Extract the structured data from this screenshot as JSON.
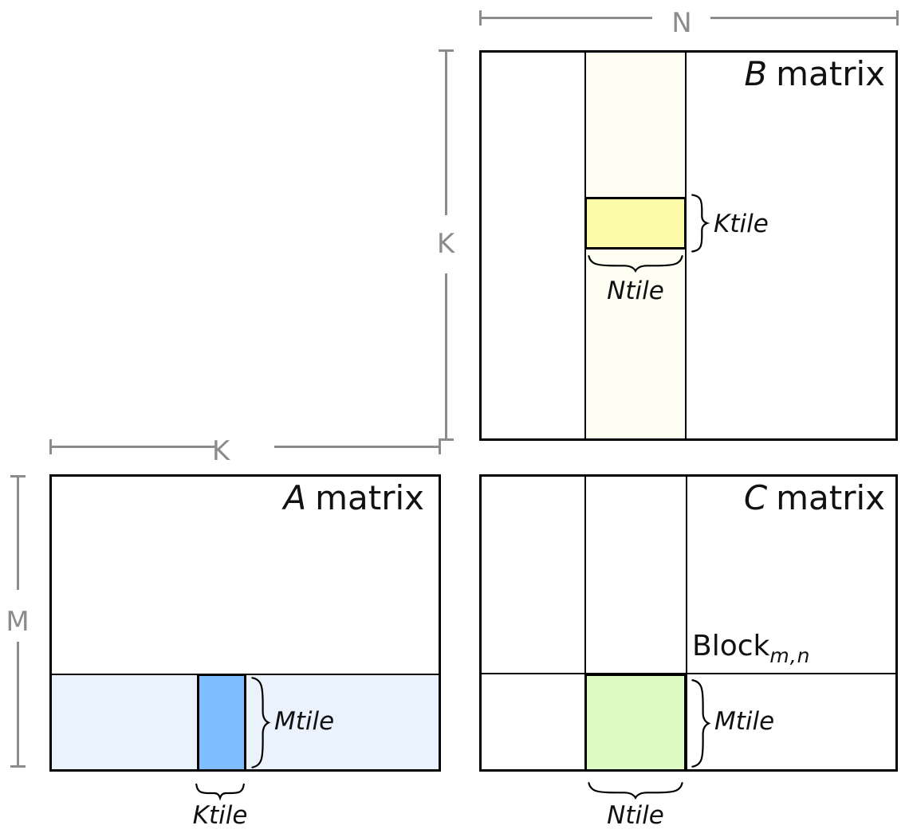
{
  "colors": {
    "dimension_gray": "#8C8C8C",
    "outline_black": "#000000",
    "b_strip_fill": "#FEFEF3",
    "b_ktile_fill": "#FCFCA8",
    "a_strip_fill": "#E9F2FD",
    "a_ktile_fill": "#80BFFF",
    "c_tile_fill": "#DEFBC6"
  },
  "dimensions": {
    "n_label": "N",
    "k_vertical_label": "K",
    "k_horizontal_label": "K",
    "m_label": "M"
  },
  "matrices": {
    "b": {
      "letter": "B",
      "word": "matrix",
      "ktile_label": "Ktile",
      "ntile_label": "Ntile"
    },
    "a": {
      "letter": "A",
      "word": "matrix",
      "mtile_label": "Mtile",
      "ktile_label": "Ktile"
    },
    "c": {
      "letter": "C",
      "word": "matrix",
      "mtile_label": "Mtile",
      "ntile_label": "Ntile",
      "block": {
        "base": "Block",
        "subscript": "m,n"
      }
    }
  }
}
